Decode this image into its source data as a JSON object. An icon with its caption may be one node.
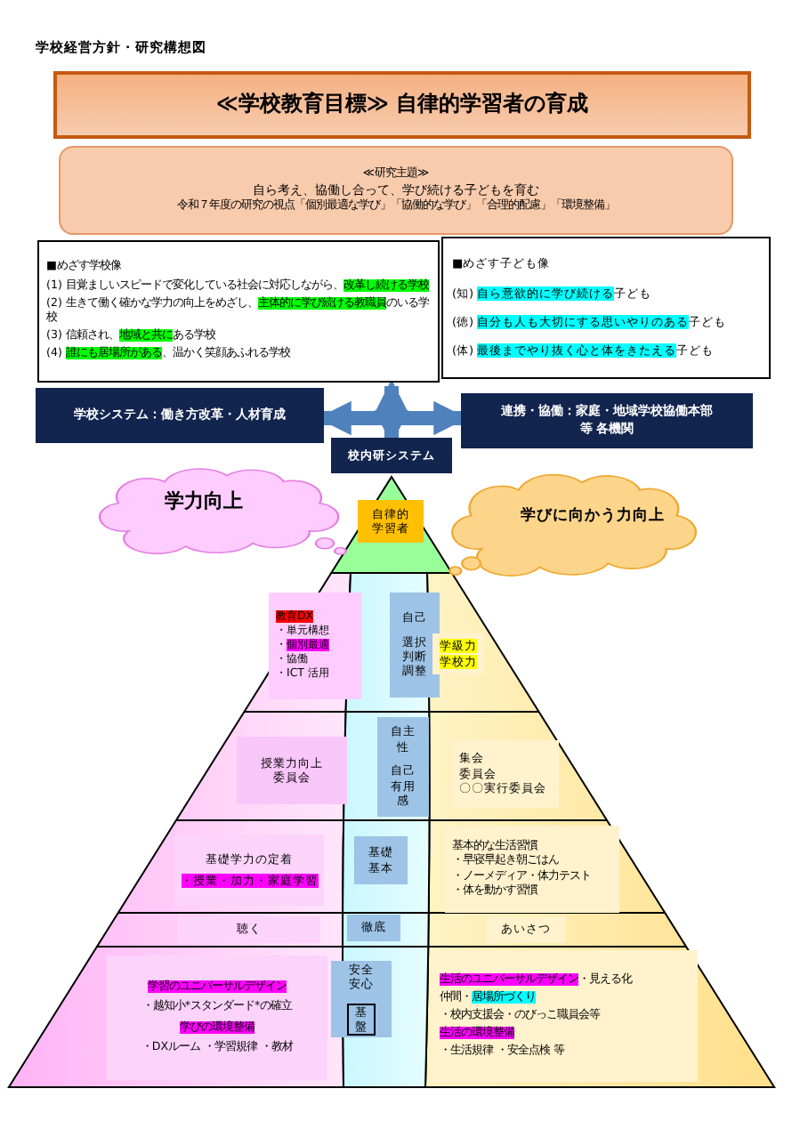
{
  "diagram": {
    "title": "学校経営方針・研究構想図",
    "nodes": [
      {
        "text": [
          "≪学校教育目標≫ 自律的学習者の育成"
        ]
      },
      {
        "text": [
          "≪研究主題≫",
          "自ら考え、協働し合って、学び続ける子どもを育む",
          "令和７年度の研究の視点「個別最適な学び」「協働的な学び」「合理的配慮」「環境整備」"
        ]
      },
      {
        "text": [
          "■めざす学校像",
          "(1) 目覚ましいスピードで変化している社会に対応しながら、**改革し続ける学校**",
          "(2) 生きて働く確かな学力の向上をめざし、**主体的に学び続ける教職員**のいる学校",
          "(3) 信頼され、**地域と共に**ある学校",
          "(4) **誰にも居場所がある**、温かく笑顔あふれる学校"
        ]
      },
      {
        "text": [
          "■めざす子ども像",
          "(知) **自ら意欲的に学び続ける**子ども",
          "(徳) **自分も人も大切にする思いやりのある**子ども",
          "(体) **最後までやり抜く心と体をきたえる**子ども"
        ]
      },
      {
        "text": [
          "学校システム：働き方改革・人材育成"
        ]
      },
      {
        "text": [
          "連携・協働：家庭・地域学校協働本部等 各機関"
        ]
      },
      {
        "text": [
          "校内研システム"
        ]
      },
      {
        "text": [
          "学力向上"
        ]
      },
      {
        "text": [
          "学びに向かう力向上"
        ]
      },
      {
        "text": [
          "自律的学習者"
        ]
      },
      {
        "text": [
          "*教育DX*",
          "・単元構想",
          "・**個別最適**",
          "・協働",
          "・ICT 活用"
        ]
      },
      {
        "text": [
          "自己",
          "選択",
          "判断",
          "調整"
        ]
      },
      {
        "text": [
          "**学級力**",
          "**学校力**"
        ]
      },
      {
        "text": [
          "授業力向上委員会"
        ]
      },
      {
        "text": [
          "自主性",
          "自己有用感"
        ]
      },
      {
        "text": [
          "集会",
          "委員会",
          "〇〇実行委員会"
        ]
      },
      {
        "text": [
          "基礎学力の定着",
          "**・授業・加力・家庭学習**"
        ]
      },
      {
        "text": [
          "基礎基本"
        ]
      },
      {
        "text": [
          "基本的な生活習慣",
          "・早寝早起き朝ごはん",
          "・ノーメディア・体力テスト",
          "・体を動かす習慣"
        ]
      },
      {
        "text": [
          "聴く"
        ]
      },
      {
        "text": [
          "徹底"
        ]
      },
      {
        "text": [
          "あいさつ"
        ]
      },
      {
        "text": [
          "**学習のユニバーサルデザイン**",
          "・越知小*スタンダード*の確立",
          "**学びの環境整備**",
          "・DXルーム ・学習規律 ・教材"
        ]
      },
      {
        "text": [
          "安全安心",
          "基盤"
        ]
      },
      {
        "text": [
          "**生活のユニバーサルデザイン**・見える化",
          "仲間・*居場所づくり*",
          "・校内支援会・のびっこ職員会等",
          "**生活の環境整備**",
          "・生活規律 ・安全点検 等"
        ]
      }
    ],
    "edges": [
      {
        "from": 4,
        "to": 5,
        "arrow": "both"
      },
      {
        "from": null,
        "to": 6,
        "arrow": "both"
      }
    ]
  }
}
